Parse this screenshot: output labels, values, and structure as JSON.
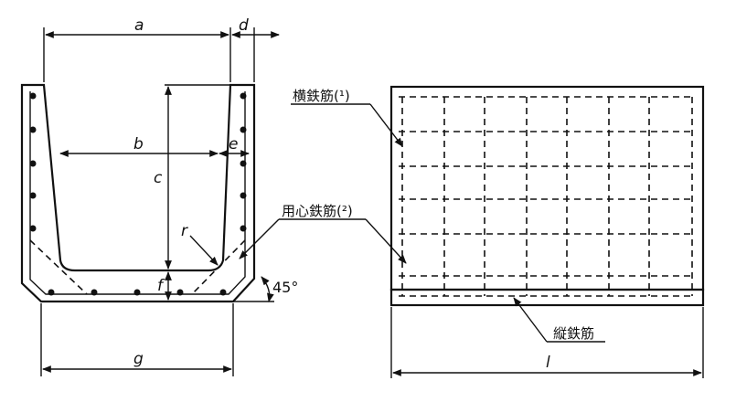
{
  "section": {
    "dimensions": {
      "a": "a",
      "b": "b",
      "c": "c",
      "d": "d",
      "e": "e",
      "f": "f",
      "g": "g",
      "r": "r"
    },
    "angle_label": "45°"
  },
  "elevation": {
    "dimensions": {
      "l": "l"
    },
    "labels": {
      "transverse_rebar": "横鉄筋(¹)",
      "core_rebar": "用心鉄筋(²)",
      "longitudinal_rebar": "縦鉄筋"
    }
  }
}
